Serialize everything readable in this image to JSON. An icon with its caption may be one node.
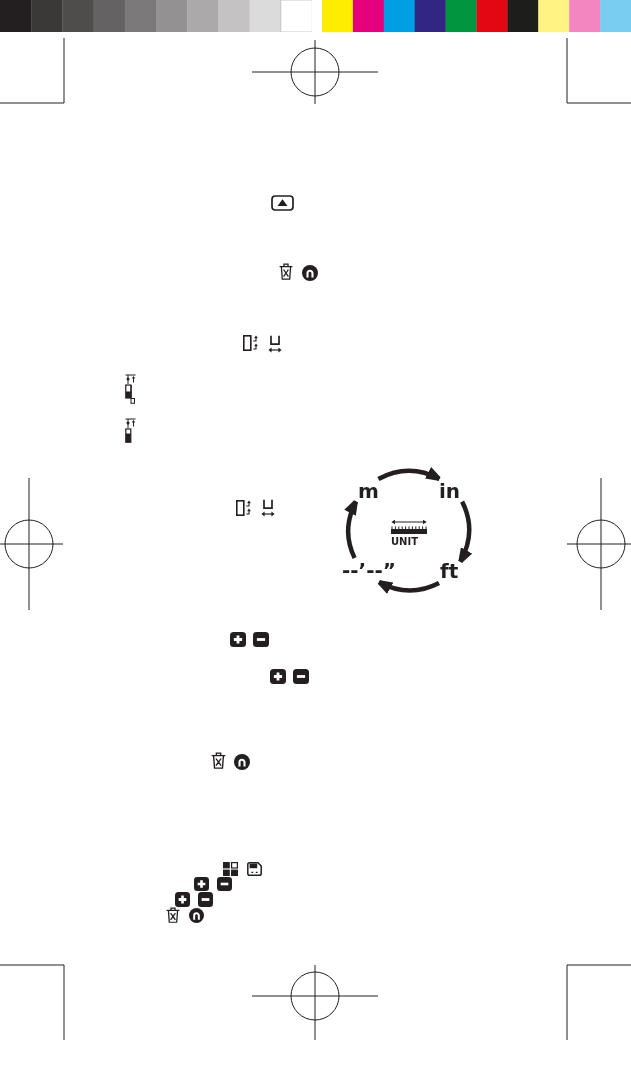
{
  "diagram": {
    "nodes": [
      {
        "text": [
          "m"
        ]
      },
      {
        "text": [
          "in"
        ]
      },
      {
        "text": [
          "ft"
        ]
      },
      {
        "text": [
          "--’--”"
        ]
      }
    ],
    "edges": [
      {
        "from": 0,
        "to": 1,
        "arrow": "to"
      },
      {
        "from": 1,
        "to": 2,
        "arrow": "to"
      },
      {
        "from": 2,
        "to": 3,
        "arrow": "to"
      },
      {
        "from": 3,
        "to": 0,
        "arrow": "to"
      }
    ],
    "labels": [
      "UNIT"
    ]
  }
}
